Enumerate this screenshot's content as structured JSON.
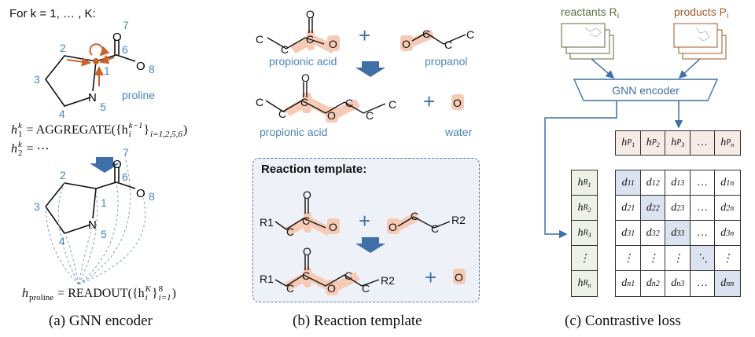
{
  "panel_a": {
    "loop_label": "For k = 1, … , K:",
    "atoms": {
      "o7": "O",
      "o8": "O",
      "n5": "N"
    },
    "atom_numbers": [
      "1",
      "2",
      "3",
      "4",
      "5",
      "6",
      "7",
      "8"
    ],
    "molecule_label": "proline",
    "aggregate_formula": {
      "lhs": "h",
      "lhs_sup": "k",
      "lhs_sub": "1",
      "op": "AGGREGATE({h",
      "inner_sup": "k−1",
      "inner_sub": "i",
      "close": "}",
      "set_sub": "i=1,2,5,6",
      "end": ")"
    },
    "second_formula": {
      "lhs": "h",
      "lhs_sup": "k",
      "lhs_sub": "2",
      "rhs": "= ⋯"
    },
    "readout_formula": {
      "lhs": "h",
      "lhs_sub": "proline",
      "op": "= READOUT({h",
      "inner_sup": "K",
      "inner_sub": "i",
      "close": "}",
      "sub": "i=1",
      "sup": "8",
      "end": ")"
    },
    "caption": "(a) GNN encoder"
  },
  "panel_b": {
    "atom_c": "C",
    "atom_o": "O",
    "r1": "R1",
    "r2": "R2",
    "plus": "+",
    "labels": {
      "propionic_acid": "propionic acid",
      "propanol": "propanol",
      "water": "water"
    },
    "template_title": "Reaction template:",
    "caption": "(b) Reaction template"
  },
  "panel_c": {
    "reactants_label": "reactants R",
    "reactants_sub": "i",
    "products_label": "products P",
    "products_sub": "i",
    "encoder_label": "GNN encoder",
    "product_cells": [
      {
        "h": "h",
        "s": "P",
        "n": "1"
      },
      {
        "h": "h",
        "s": "P",
        "n": "2"
      },
      {
        "h": "h",
        "s": "P",
        "n": "3"
      },
      {
        "h": "…",
        "s": "",
        "n": ""
      },
      {
        "h": "h",
        "s": "P",
        "n": "n"
      }
    ],
    "reactant_cells": [
      {
        "h": "h",
        "s": "R",
        "n": "1"
      },
      {
        "h": "h",
        "s": "R",
        "n": "2"
      },
      {
        "h": "h",
        "s": "R",
        "n": "3"
      },
      {
        "h": "⋮",
        "s": "",
        "n": ""
      },
      {
        "h": "h",
        "s": "R",
        "n": "n"
      }
    ],
    "matrix": [
      [
        [
          "d",
          "11"
        ],
        [
          "d",
          "12"
        ],
        [
          "d",
          "13"
        ],
        [
          "…",
          ""
        ],
        [
          "d",
          "1n"
        ]
      ],
      [
        [
          "d",
          "21"
        ],
        [
          "d",
          "22"
        ],
        [
          "d",
          "23"
        ],
        [
          "…",
          ""
        ],
        [
          "d",
          "2n"
        ]
      ],
      [
        [
          "d",
          "31"
        ],
        [
          "d",
          "32"
        ],
        [
          "d",
          "33"
        ],
        [
          "…",
          ""
        ],
        [
          "d",
          "3n"
        ]
      ],
      [
        [
          "⋮",
          ""
        ],
        [
          "⋮",
          ""
        ],
        [
          "⋮",
          ""
        ],
        [
          "⋱",
          ""
        ],
        [
          "⋮",
          ""
        ]
      ],
      [
        [
          "d",
          "n1"
        ],
        [
          "d",
          "n2"
        ],
        [
          "d",
          "n3"
        ],
        [
          "…",
          ""
        ],
        [
          "d",
          "nn"
        ]
      ]
    ],
    "caption": "(c) Contrastive loss",
    "colors": {
      "arrow": "#3f6fa8",
      "reactant_cell": "#eef2e6",
      "product_cell": "#f7ebe6",
      "diagonal": "#dbe3f0",
      "reactant_text": "#5b6b3a",
      "product_text": "#a0592a"
    }
  }
}
